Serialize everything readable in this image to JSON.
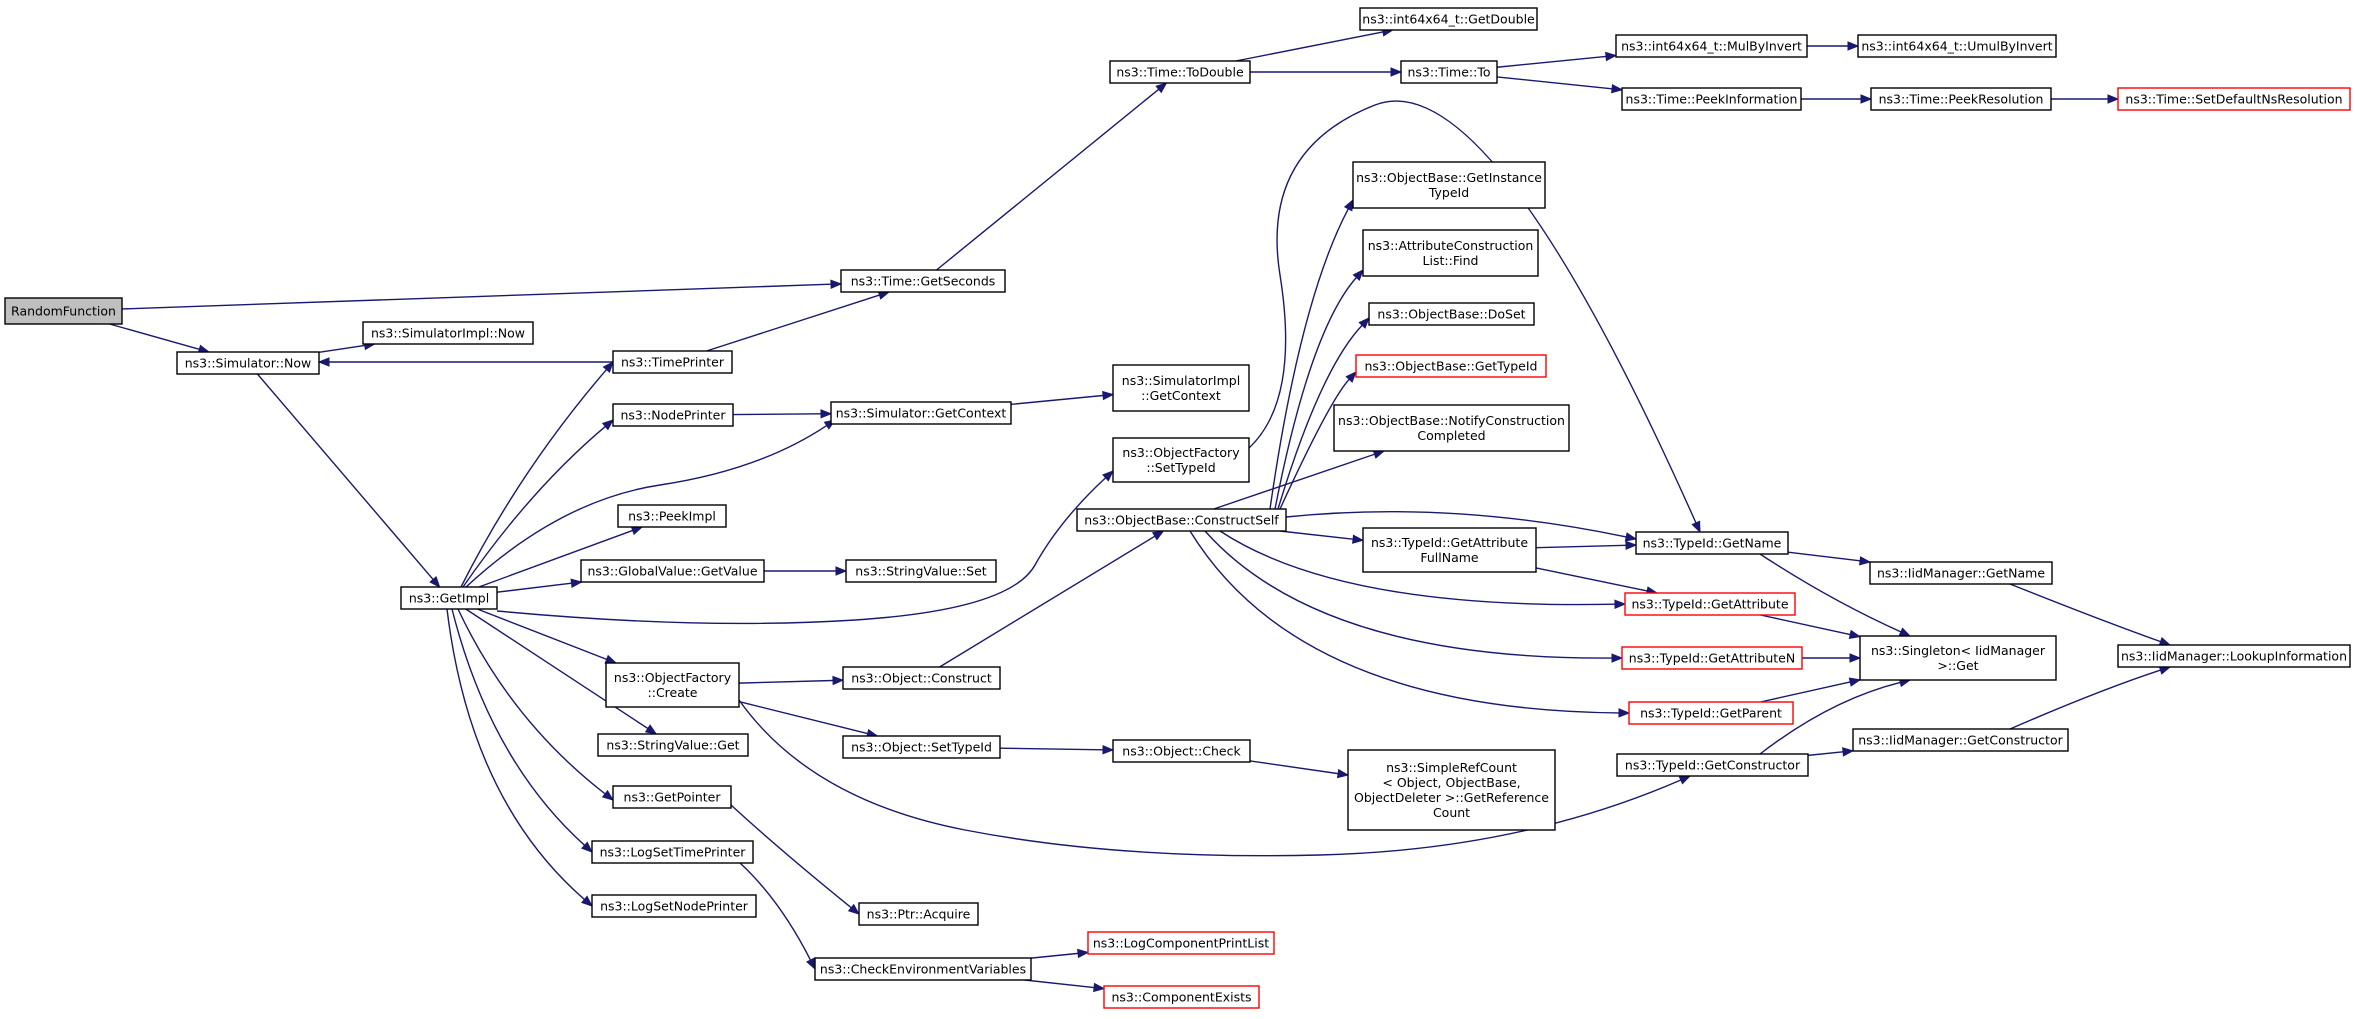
{
  "diagram": {
    "colors": {
      "edge": "#191970",
      "root_fill": "#bfbfbf",
      "truncated_border": "#ff0000",
      "border": "#000000"
    },
    "nodes": [
      {
        "id": "random_function",
        "lines": [
          "RandomFunction"
        ],
        "root": true
      },
      {
        "id": "simulator_now",
        "lines": [
          "ns3::Simulator::Now"
        ]
      },
      {
        "id": "simulatorimpl_now",
        "lines": [
          "ns3::SimulatorImpl::Now"
        ]
      },
      {
        "id": "getimpl",
        "lines": [
          "ns3::GetImpl"
        ]
      },
      {
        "id": "timeprinter",
        "lines": [
          "ns3::TimePrinter"
        ]
      },
      {
        "id": "nodeprinter",
        "lines": [
          "ns3::NodePrinter"
        ]
      },
      {
        "id": "peekimpl",
        "lines": [
          "ns3::PeekImpl"
        ]
      },
      {
        "id": "globalvalue_getvalue",
        "lines": [
          "ns3::GlobalValue::GetValue"
        ]
      },
      {
        "id": "objectfactory_create",
        "lines": [
          "ns3::ObjectFactory",
          "::Create"
        ]
      },
      {
        "id": "stringvalue_get",
        "lines": [
          "ns3::StringValue::Get"
        ]
      },
      {
        "id": "getpointer",
        "lines": [
          "ns3::GetPointer"
        ]
      },
      {
        "id": "logsettimeprinter",
        "lines": [
          "ns3::LogSetTimePrinter"
        ]
      },
      {
        "id": "logsetnodeprinter",
        "lines": [
          "ns3::LogSetNodePrinter"
        ]
      },
      {
        "id": "time_getseconds",
        "lines": [
          "ns3::Time::GetSeconds"
        ]
      },
      {
        "id": "simulator_getcontext",
        "lines": [
          "ns3::Simulator::GetContext"
        ]
      },
      {
        "id": "stringvalue_set",
        "lines": [
          "ns3::StringValue::Set"
        ]
      },
      {
        "id": "object_construct",
        "lines": [
          "ns3::Object::Construct"
        ]
      },
      {
        "id": "object_settypeid",
        "lines": [
          "ns3::Object::SetTypeId"
        ]
      },
      {
        "id": "ptr_acquire",
        "lines": [
          "ns3::Ptr::Acquire"
        ]
      },
      {
        "id": "checkenvvars",
        "lines": [
          "ns3::CheckEnvironmentVariables"
        ]
      },
      {
        "id": "time_todouble",
        "lines": [
          "ns3::Time::ToDouble"
        ]
      },
      {
        "id": "simulatorimpl_getcontext",
        "lines": [
          "ns3::SimulatorImpl",
          "::GetContext"
        ]
      },
      {
        "id": "objectfactory_settypeid",
        "lines": [
          "ns3::ObjectFactory",
          "::SetTypeId"
        ]
      },
      {
        "id": "objectbase_constructself",
        "lines": [
          "ns3::ObjectBase::ConstructSelf"
        ]
      },
      {
        "id": "object_check",
        "lines": [
          "ns3::Object::Check"
        ]
      },
      {
        "id": "logcomponentprintlist",
        "lines": [
          "ns3::LogComponentPrintList"
        ],
        "truncated": true
      },
      {
        "id": "componentexists",
        "lines": [
          "ns3::ComponentExists"
        ],
        "truncated": true
      },
      {
        "id": "int64x64_getdouble",
        "lines": [
          "ns3::int64x64_t::GetDouble"
        ]
      },
      {
        "id": "time_to",
        "lines": [
          "ns3::Time::To"
        ]
      },
      {
        "id": "objectbase_getinstancetypeid",
        "lines": [
          "ns3::ObjectBase::GetInstance",
          "TypeId"
        ]
      },
      {
        "id": "attributeconstructionlist_find",
        "lines": [
          "ns3::AttributeConstruction",
          "List::Find"
        ]
      },
      {
        "id": "objectbase_doset",
        "lines": [
          "ns3::ObjectBase::DoSet"
        ]
      },
      {
        "id": "objectbase_gettypeid",
        "lines": [
          "ns3::ObjectBase::GetTypeId"
        ],
        "truncated": true
      },
      {
        "id": "objectbase_notifyconstructioncompleted",
        "lines": [
          "ns3::ObjectBase::NotifyConstruction",
          "Completed"
        ]
      },
      {
        "id": "typeid_getattributefullname",
        "lines": [
          "ns3::TypeId::GetAttribute",
          "FullName"
        ]
      },
      {
        "id": "simplerefcount_getreferencecount",
        "lines": [
          "ns3::SimpleRefCount",
          "< Object, ObjectBase,",
          "ObjectDeleter >::GetReference",
          "Count"
        ]
      },
      {
        "id": "int64x64_mulbyinvert",
        "lines": [
          "ns3::int64x64_t::MulByInvert"
        ]
      },
      {
        "id": "time_peekinformation",
        "lines": [
          "ns3::Time::PeekInformation"
        ]
      },
      {
        "id": "typeid_getname",
        "lines": [
          "ns3::TypeId::GetName"
        ]
      },
      {
        "id": "typeid_getattribute",
        "lines": [
          "ns3::TypeId::GetAttribute"
        ],
        "truncated": true
      },
      {
        "id": "typeid_getattributen",
        "lines": [
          "ns3::TypeId::GetAttributeN"
        ],
        "truncated": true
      },
      {
        "id": "typeid_getparent",
        "lines": [
          "ns3::TypeId::GetParent"
        ],
        "truncated": true
      },
      {
        "id": "typeid_getconstructor",
        "lines": [
          "ns3::TypeId::GetConstructor"
        ]
      },
      {
        "id": "int64x64_umulbyinvert",
        "lines": [
          "ns3::int64x64_t::UmulByInvert"
        ]
      },
      {
        "id": "time_peekresolution",
        "lines": [
          "ns3::Time::PeekResolution"
        ]
      },
      {
        "id": "iidmanager_getname",
        "lines": [
          "ns3::IidManager::GetName"
        ]
      },
      {
        "id": "singleton_get",
        "lines": [
          "ns3::Singleton< IidManager",
          ">::Get"
        ]
      },
      {
        "id": "iidmanager_getconstructor",
        "lines": [
          "ns3::IidManager::GetConstructor"
        ]
      },
      {
        "id": "time_setdefaultnsresolution",
        "lines": [
          "ns3::Time::SetDefaultNsResolution"
        ],
        "truncated": true
      },
      {
        "id": "iidmanager_lookupinformation",
        "lines": [
          "ns3::IidManager::LookupInformation"
        ]
      }
    ],
    "edges": [
      [
        "random_function",
        "simulator_now"
      ],
      [
        "random_function",
        "time_getseconds"
      ],
      [
        "simulator_now",
        "simulatorimpl_now"
      ],
      [
        "simulator_now",
        "getimpl"
      ],
      [
        "timeprinter",
        "simulator_now"
      ],
      [
        "timeprinter",
        "time_getseconds"
      ],
      [
        "getimpl",
        "timeprinter"
      ],
      [
        "getimpl",
        "nodeprinter"
      ],
      [
        "getimpl",
        "simulator_getcontext"
      ],
      [
        "getimpl",
        "peekimpl"
      ],
      [
        "getimpl",
        "globalvalue_getvalue"
      ],
      [
        "getimpl",
        "objectfactory_settypeid"
      ],
      [
        "getimpl",
        "objectfactory_create"
      ],
      [
        "getimpl",
        "stringvalue_get"
      ],
      [
        "getimpl",
        "getpointer"
      ],
      [
        "getimpl",
        "logsettimeprinter"
      ],
      [
        "getimpl",
        "logsetnodeprinter"
      ],
      [
        "nodeprinter",
        "simulator_getcontext"
      ],
      [
        "globalvalue_getvalue",
        "stringvalue_set"
      ],
      [
        "objectfactory_create",
        "object_construct"
      ],
      [
        "objectfactory_create",
        "object_settypeid"
      ],
      [
        "objectfactory_create",
        "typeid_getconstructor"
      ],
      [
        "getpointer",
        "ptr_acquire"
      ],
      [
        "logsettimeprinter",
        "checkenvvars"
      ],
      [
        "time_getseconds",
        "time_todouble"
      ],
      [
        "simulator_getcontext",
        "simulatorimpl_getcontext"
      ],
      [
        "object_construct",
        "objectbase_constructself"
      ],
      [
        "object_settypeid",
        "object_check"
      ],
      [
        "checkenvvars",
        "logcomponentprintlist"
      ],
      [
        "checkenvvars",
        "componentexists"
      ],
      [
        "time_todouble",
        "int64x64_getdouble"
      ],
      [
        "time_todouble",
        "time_to"
      ],
      [
        "objectfactory_settypeid",
        "typeid_getname"
      ],
      [
        "objectbase_constructself",
        "objectbase_getinstancetypeid"
      ],
      [
        "objectbase_constructself",
        "attributeconstructionlist_find"
      ],
      [
        "objectbase_constructself",
        "objectbase_doset"
      ],
      [
        "objectbase_constructself",
        "objectbase_gettypeid"
      ],
      [
        "objectbase_constructself",
        "objectbase_notifyconstructioncompleted"
      ],
      [
        "objectbase_constructself",
        "typeid_getattributefullname"
      ],
      [
        "objectbase_constructself",
        "typeid_getname"
      ],
      [
        "objectbase_constructself",
        "typeid_getattribute"
      ],
      [
        "objectbase_constructself",
        "typeid_getattributen"
      ],
      [
        "objectbase_constructself",
        "typeid_getparent"
      ],
      [
        "object_check",
        "simplerefcount_getreferencecount"
      ],
      [
        "time_to",
        "int64x64_mulbyinvert"
      ],
      [
        "time_to",
        "time_peekinformation"
      ],
      [
        "typeid_getattributefullname",
        "typeid_getname"
      ],
      [
        "typeid_getattributefullname",
        "typeid_getattribute"
      ],
      [
        "int64x64_mulbyinvert",
        "int64x64_umulbyinvert"
      ],
      [
        "time_peekinformation",
        "time_peekresolution"
      ],
      [
        "typeid_getname",
        "iidmanager_getname"
      ],
      [
        "typeid_getname",
        "singleton_get"
      ],
      [
        "typeid_getattribute",
        "singleton_get"
      ],
      [
        "typeid_getattributen",
        "singleton_get"
      ],
      [
        "typeid_getparent",
        "singleton_get"
      ],
      [
        "typeid_getconstructor",
        "singleton_get"
      ],
      [
        "typeid_getconstructor",
        "iidmanager_getconstructor"
      ],
      [
        "time_peekresolution",
        "time_setdefaultnsresolution"
      ],
      [
        "iidmanager_getname",
        "iidmanager_lookupinformation"
      ],
      [
        "iidmanager_getconstructor",
        "iidmanager_lookupinformation"
      ]
    ]
  }
}
